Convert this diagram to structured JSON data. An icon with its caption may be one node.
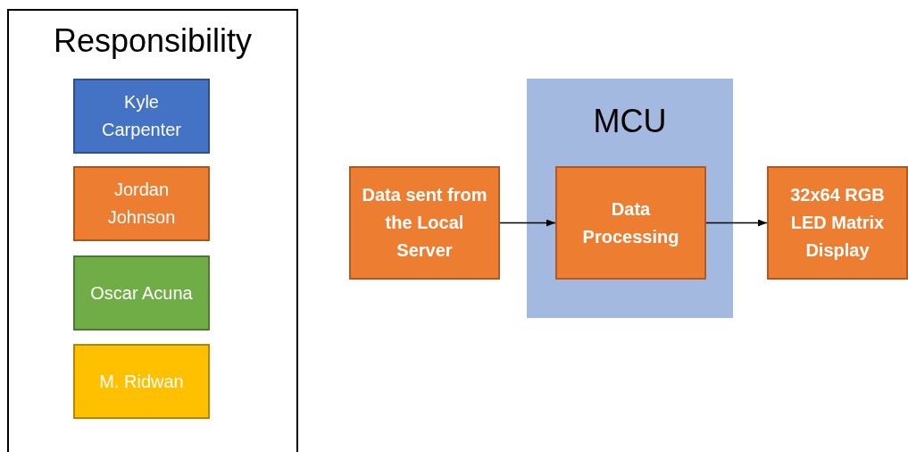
{
  "diagram": {
    "nodes": [
      {
        "text": [
          "Data sent from the Local Server"
        ]
      },
      {
        "text": [
          "MCU"
        ]
      },
      {
        "text": [
          "Data Processing"
        ],
        "in": 1
      },
      {
        "text": [
          "32x64 RGB LED Matrix Display"
        ]
      }
    ],
    "edges": [
      {
        "from": 0,
        "to": 2,
        "arrow": "to"
      },
      {
        "from": 2,
        "to": 3,
        "arrow": "to"
      }
    ],
    "labels": [
      "Responsibility"
    ],
    "legend": [
      {
        "text": "Kyle Carpenter",
        "color": "#4472c4"
      },
      {
        "text": "Jordan Johnson",
        "color": "#ed7d31"
      },
      {
        "text": "Oscar Acuna",
        "color": "#70ad47"
      },
      {
        "text": "M. Ridwan",
        "color": "#ffc000"
      }
    ]
  }
}
